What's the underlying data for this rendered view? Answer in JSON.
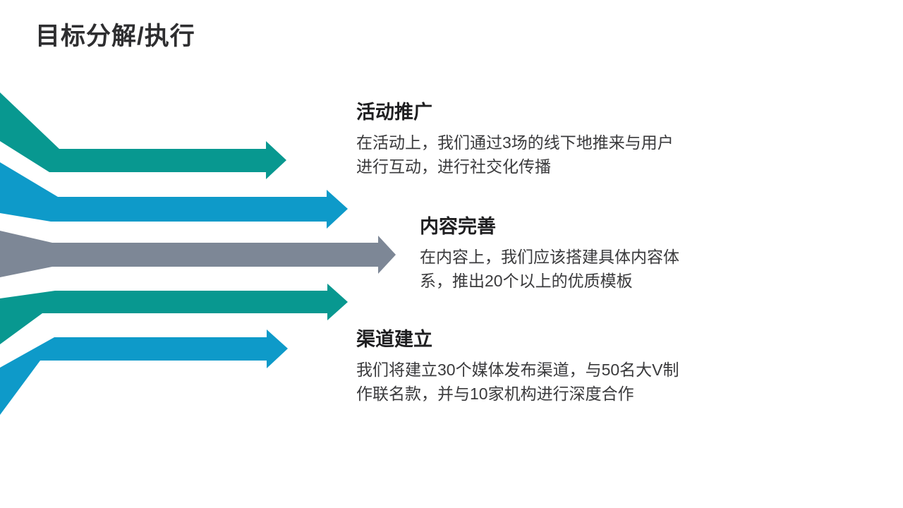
{
  "slide": {
    "title": "目标分解/执行",
    "background_color": "#ffffff"
  },
  "colors": {
    "teal": "#089890",
    "blue": "#0e9ac9",
    "gray": "#7d8796",
    "title_text": "#2e2e30",
    "heading_text": "#1f1f21",
    "body_text": "#3a3a3c"
  },
  "sections": [
    {
      "heading": "活动推广",
      "body": "在活动上，我们通过3场的线下地推来与用户进行互动，进行社交化传播"
    },
    {
      "heading": "内容完善",
      "body": "在内容上，我们应该搭建具体内容体系，推出20个以上的优质模板"
    },
    {
      "heading": "渠道建立",
      "body": "我们将建立30个媒体发布渠道，与50名大V制作联名款，并与10家机构进行深度合作"
    }
  ],
  "arrows": [
    {
      "id": "arrow-teal-top",
      "color_key": "teal"
    },
    {
      "id": "arrow-blue-upper",
      "color_key": "blue"
    },
    {
      "id": "arrow-gray-middle",
      "color_key": "gray"
    },
    {
      "id": "arrow-teal-lower",
      "color_key": "teal"
    },
    {
      "id": "arrow-blue-bottom",
      "color_key": "blue"
    }
  ]
}
